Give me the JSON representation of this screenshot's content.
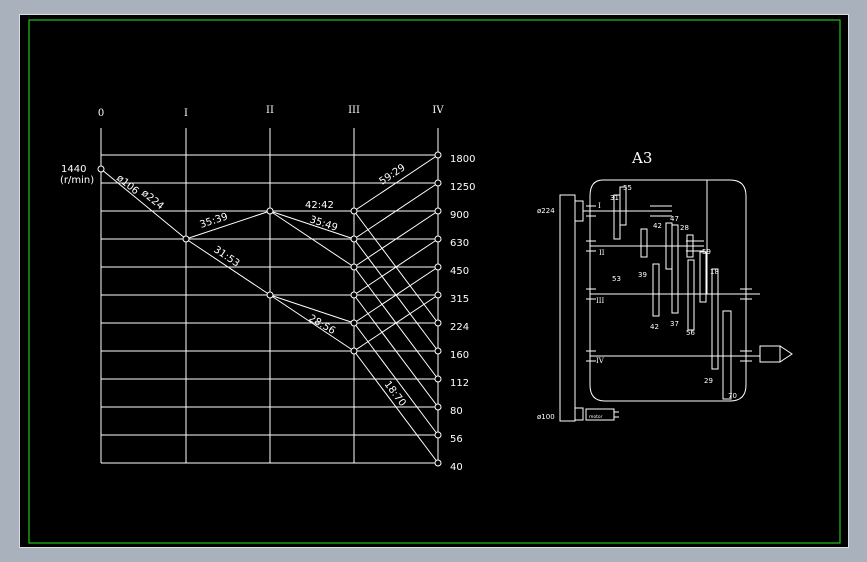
{
  "axis_labels": [
    "0",
    "I",
    "II",
    "III",
    "IV"
  ],
  "speeds": [
    "1800",
    "1250",
    "900",
    "630",
    "450",
    "315",
    "224",
    "160",
    "112",
    "80",
    "56",
    "40"
  ],
  "motor_speed": "1440",
  "motor_unit": "(r/min)",
  "pulley_small": "ø106",
  "pulley_large": "ø224",
  "ratios": {
    "r1": "35:39",
    "r2": "31:53",
    "r3": "42:42",
    "r4": "35:49",
    "r5": "28:56",
    "r6": "59:29",
    "r7": "18:70"
  },
  "gearbox": {
    "title": "A3",
    "pulley_top": "ø224",
    "pulley_bottom": "ø100",
    "motor": "motor",
    "shafts": [
      "I",
      "II",
      "III",
      "IV"
    ],
    "gears": [
      "31",
      "55",
      "53",
      "42",
      "47",
      "39",
      "28",
      "42",
      "37",
      "59",
      "56",
      "18",
      "29",
      "70"
    ]
  }
}
